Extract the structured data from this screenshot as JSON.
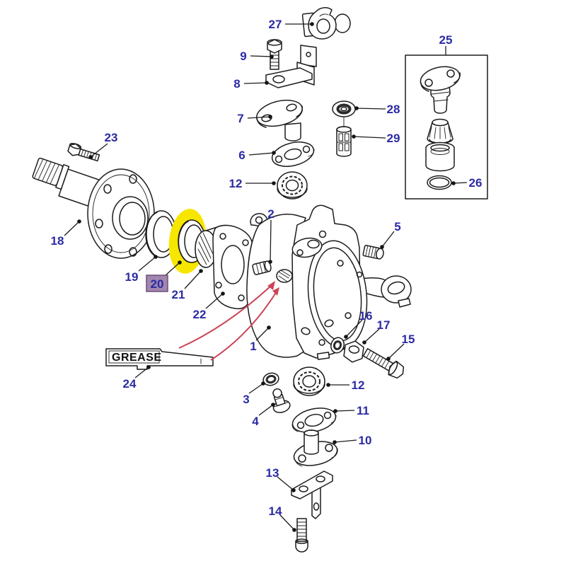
{
  "diagram": {
    "type": "exploded-parts-diagram",
    "description_visible_text_only": true,
    "grease_tag": {
      "text": "GREASE"
    },
    "highlighted_part_number": "20",
    "colors": {
      "background": "#ffffff",
      "line": "#1c1c1c",
      "label_text": "#2b2ba4",
      "highlight_yellow": "#f7e600",
      "highlight_label_bg": "#a186ae",
      "highlight_label_border": "#6e4f7d",
      "grease_arrow_red": "#cc4456"
    },
    "labels": [
      {
        "num": "27"
      },
      {
        "num": "9"
      },
      {
        "num": "8"
      },
      {
        "num": "7"
      },
      {
        "num": "6"
      },
      {
        "num": "12"
      },
      {
        "num": "2"
      },
      {
        "num": "5"
      },
      {
        "num": "25"
      },
      {
        "num": "28"
      },
      {
        "num": "29"
      },
      {
        "num": "26"
      },
      {
        "num": "23"
      },
      {
        "num": "18"
      },
      {
        "num": "19"
      },
      {
        "num": "20"
      },
      {
        "num": "21"
      },
      {
        "num": "22"
      },
      {
        "num": "1"
      },
      {
        "num": "24"
      },
      {
        "num": "3"
      },
      {
        "num": "4"
      },
      {
        "num": "12"
      },
      {
        "num": "11"
      },
      {
        "num": "10"
      },
      {
        "num": "16"
      },
      {
        "num": "17"
      },
      {
        "num": "15"
      },
      {
        "num": "13"
      },
      {
        "num": "14"
      }
    ]
  }
}
